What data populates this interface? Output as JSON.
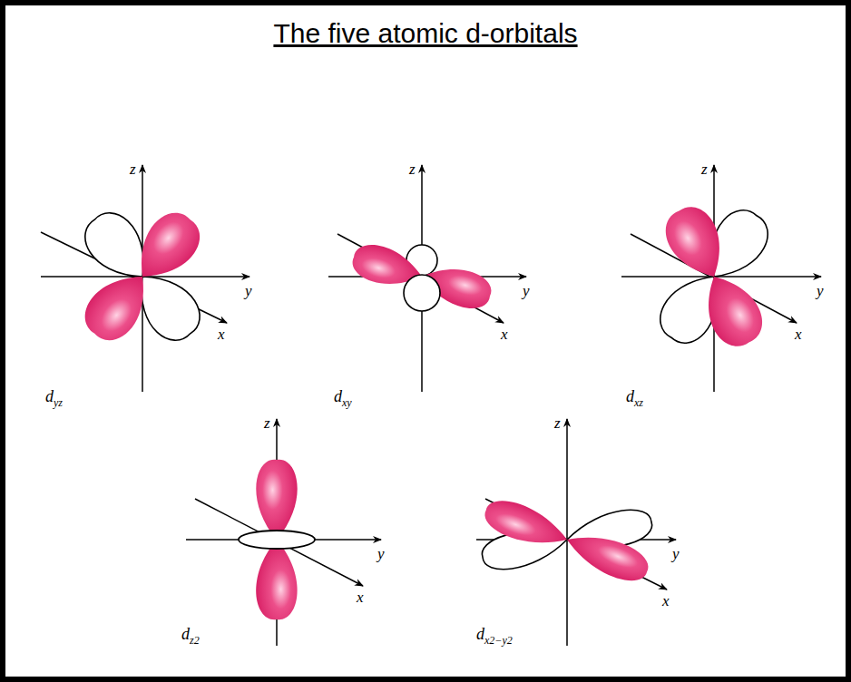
{
  "diagram": {
    "title": "The five atomic d-orbitals",
    "labels": [
      "z",
      "y",
      "x",
      "dyz",
      "z",
      "y",
      "x",
      "dxy",
      "z",
      "y",
      "x",
      "dxz",
      "z",
      "y",
      "x",
      "dz2",
      "z",
      "y",
      "x",
      "dx2−y2"
    ]
  }
}
